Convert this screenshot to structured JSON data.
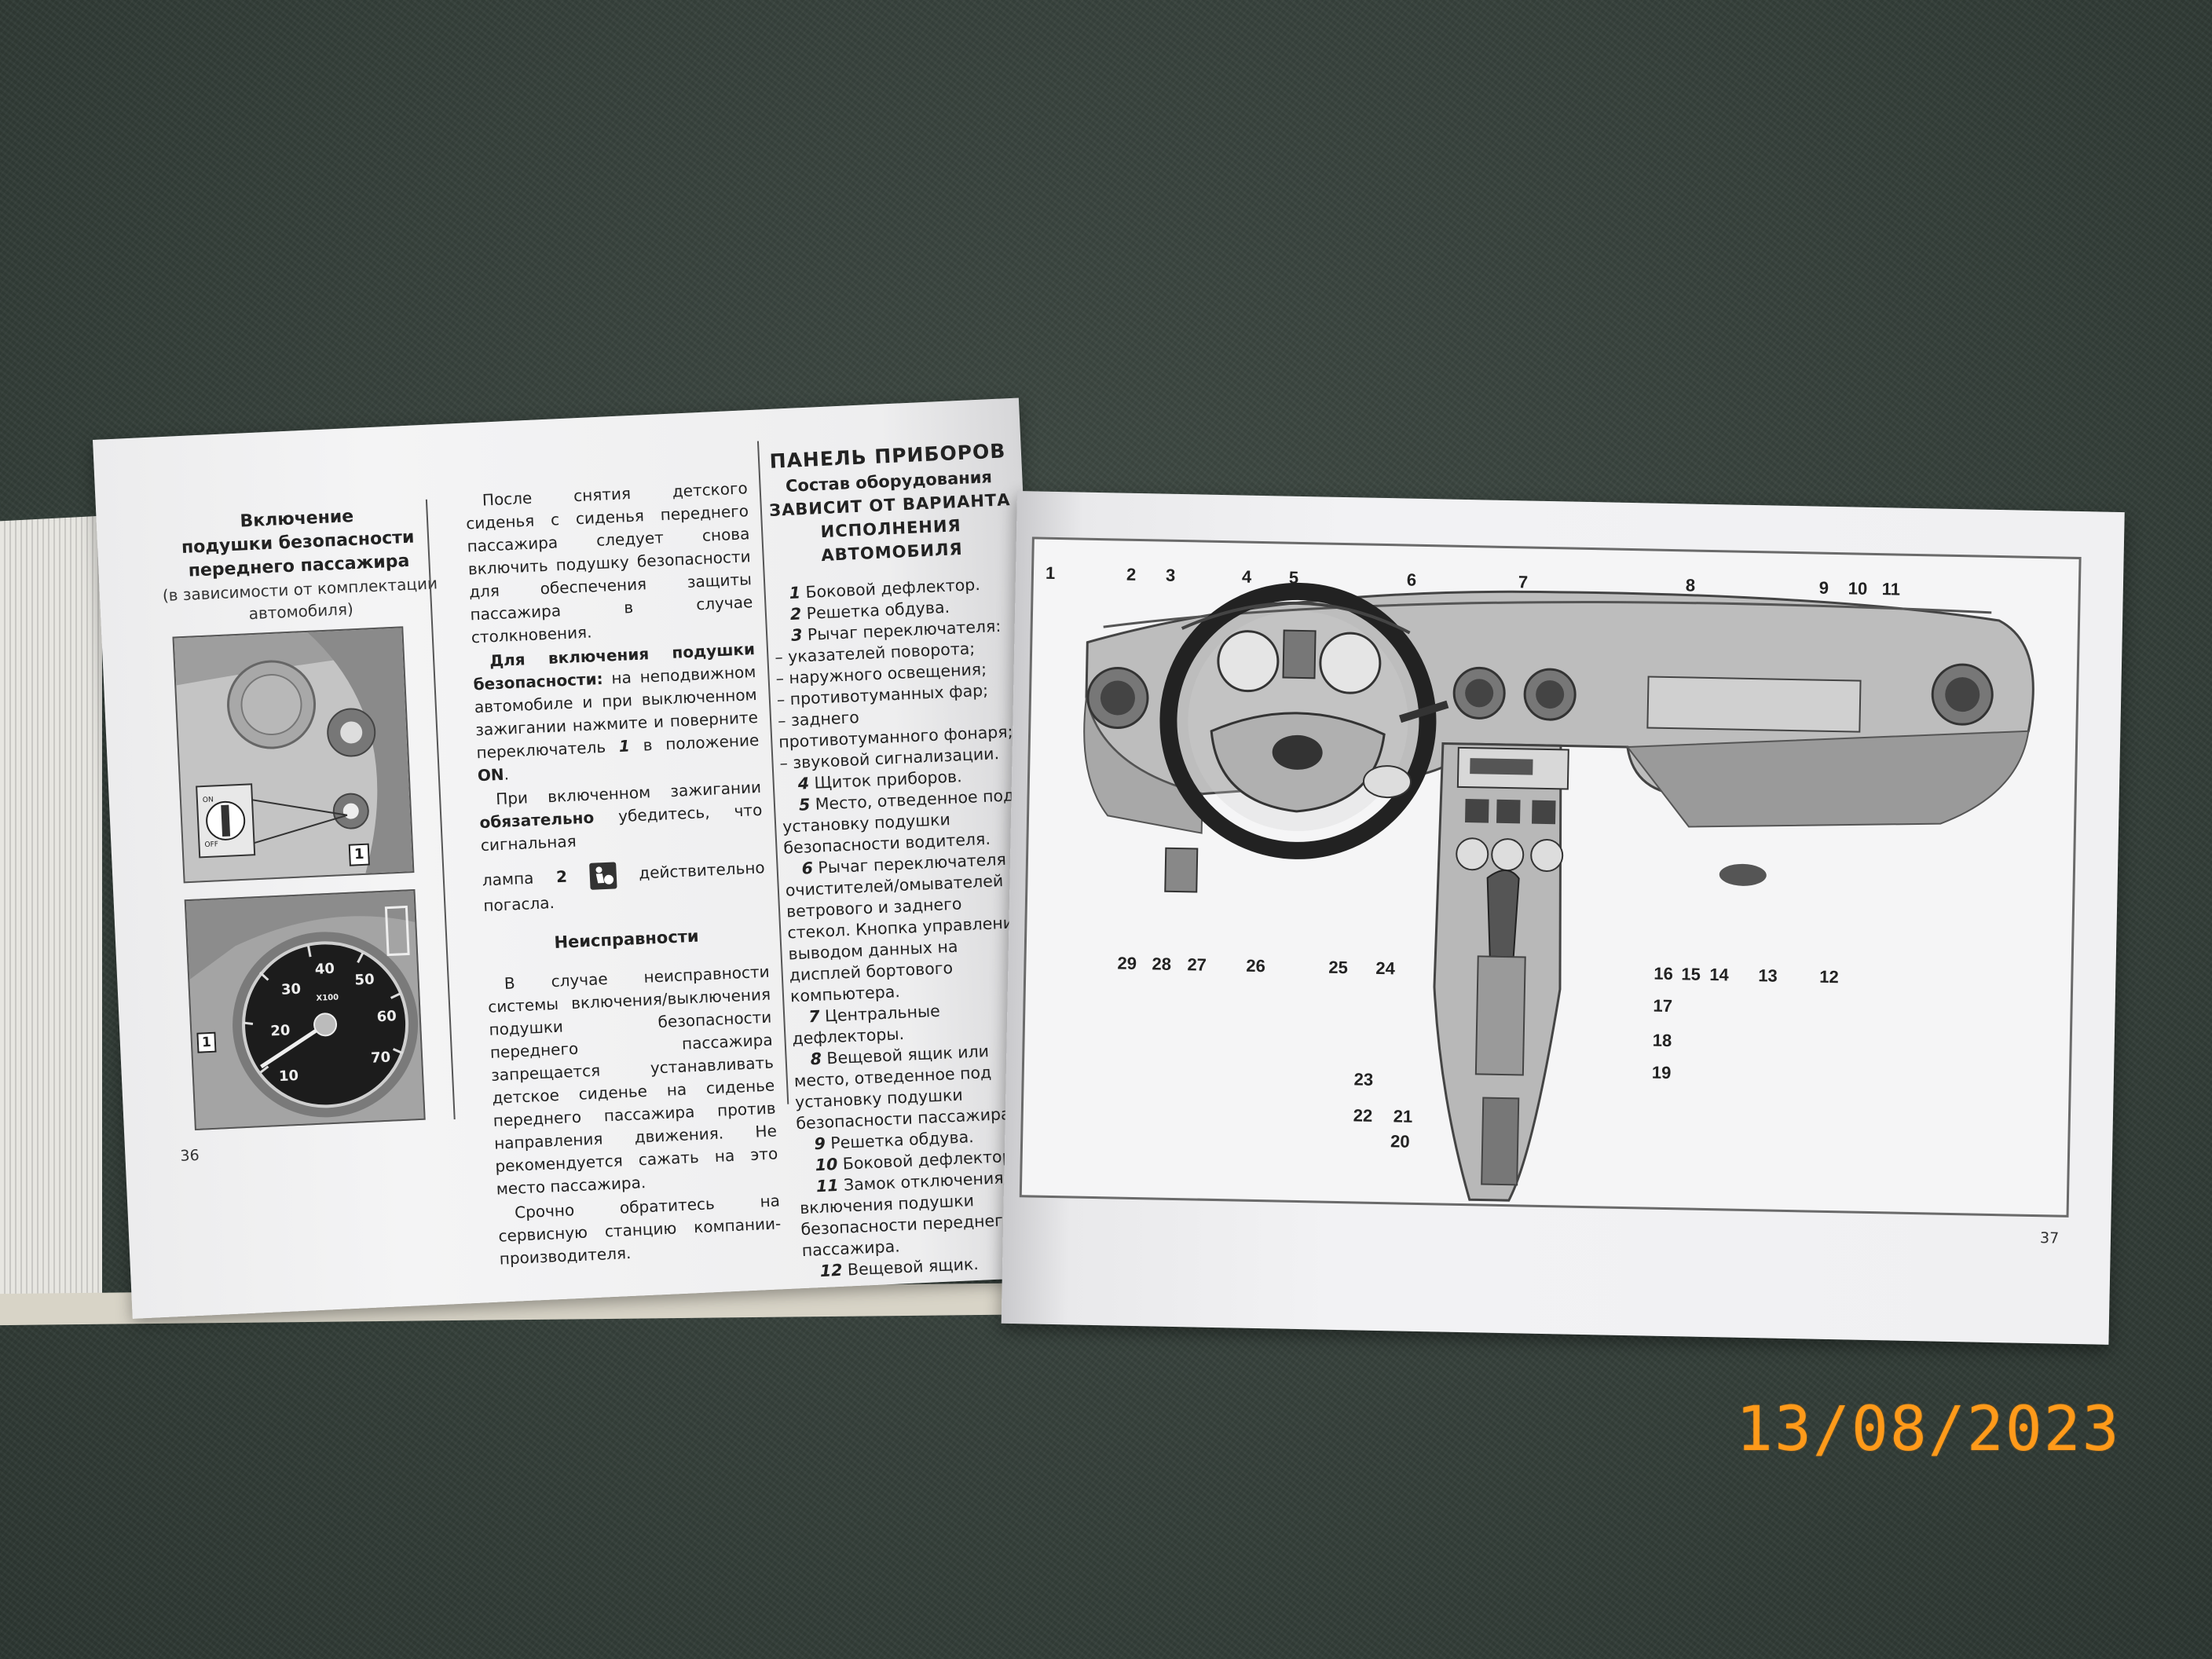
{
  "left_page": {
    "page_number": "36",
    "section_heading_lines": [
      "Включение",
      "подушки безопасности",
      "переднего пассажира"
    ],
    "section_subheading_lines": [
      "(в зависимости от комплектации",
      "автомобиля)"
    ],
    "figure_callout_1": "1",
    "figure_callout_2": "1",
    "gauge": {
      "multiplier": "X100",
      "ticks": [
        "10",
        "20",
        "30",
        "40",
        "50",
        "60",
        "70"
      ]
    },
    "switch_labels": [
      "ON",
      "OFF"
    ],
    "column2": {
      "p1": "После снятия детского сиденья с сиденья переднего пассажира следует снова включить подушку безопасности для обеспечения защиты пассажира в случае столкновения.",
      "p2_bold": "Для включения подушки безопасности:",
      "p2_rest": " на неподвижном автомобиле и при выключенном зажигании нажмите и поверните переключатель ",
      "p2_num": "1",
      "p2_mid": " в положение ",
      "p2_on": "ON",
      "p2_end": ".",
      "p3_start": "При включенном зажигании ",
      "p3_bold": "обязательно",
      "p3_rest": " убедитесь, что сигнальная",
      "p4_start": "лампа ",
      "p4_num": "2",
      "p4_rest": " действительно погасла.",
      "heading_faults": "Неисправности",
      "p5": "В случае неисправности системы включения/выключения подушки безопасности переднего пассажира запрещается устанавливать детское сиденье на сиденье переднего пассажира против направления движения. Не рекомендуется сажать на это место пассажира.",
      "p6": "Срочно обратитесь на сервисную станцию компании-производителя."
    },
    "column3": {
      "title": "ПАНЕЛЬ ПРИБОРОВ",
      "subtitle1": "Состав оборудования",
      "subtitle2_lines": [
        "ЗАВИСИТ ОТ ВАРИАНТА",
        "ИСПОЛНЕНИЯ АВТОМОБИЛЯ"
      ],
      "items": [
        {
          "n": "1",
          "text": " Боковой дефлектор."
        },
        {
          "n": "2",
          "text": " Решетка обдува."
        },
        {
          "n": "3",
          "text": " Рычаг переключателя:"
        },
        {
          "n": "",
          "text": "– указателей поворота;"
        },
        {
          "n": "",
          "text": "– наружного освещения;"
        },
        {
          "n": "",
          "text": "– противотуманных фар;"
        },
        {
          "n": "",
          "text": "– заднего противотуманного фонаря;"
        },
        {
          "n": "",
          "text": "– звуковой сигнализации."
        },
        {
          "n": "4",
          "text": " Щиток приборов."
        },
        {
          "n": "5",
          "text": " Место, отведенное под установку подушки безопасности водителя."
        },
        {
          "n": "6",
          "text": " Рычаг переключателя очистителей/омывателей ветрового и заднего стекол. Кнопка управления выводом данных на дисплей бортового компьютера."
        },
        {
          "n": "7",
          "text": " Центральные дефлекторы."
        },
        {
          "n": "8",
          "text": " Вещевой ящик или место, отведенное под установку подушки безопасности пассажира."
        },
        {
          "n": "9",
          "text": " Решетка обдува."
        },
        {
          "n": "10",
          "text": " Боковой дефлектор."
        },
        {
          "n": "11",
          "text": " Замок отключения/включения подушки безопасности переднего пассажира."
        },
        {
          "n": "12",
          "text": " Вещевой ящик."
        }
      ]
    }
  },
  "right_page": {
    "page_number": "37",
    "callouts": [
      "1",
      "2",
      "3",
      "4",
      "5",
      "6",
      "7",
      "8",
      "9",
      "10",
      "11",
      "12",
      "13",
      "14",
      "15",
      "16",
      "17",
      "18",
      "19",
      "20",
      "21",
      "22",
      "23",
      "24",
      "25",
      "26",
      "27",
      "28",
      "29"
    ]
  },
  "date_stamp": "13/08/2023",
  "colors": {
    "carpet": "#3a4540",
    "paper": "#f3f3f4",
    "date_stamp": "#ff9a1a",
    "ink": "#222222"
  }
}
